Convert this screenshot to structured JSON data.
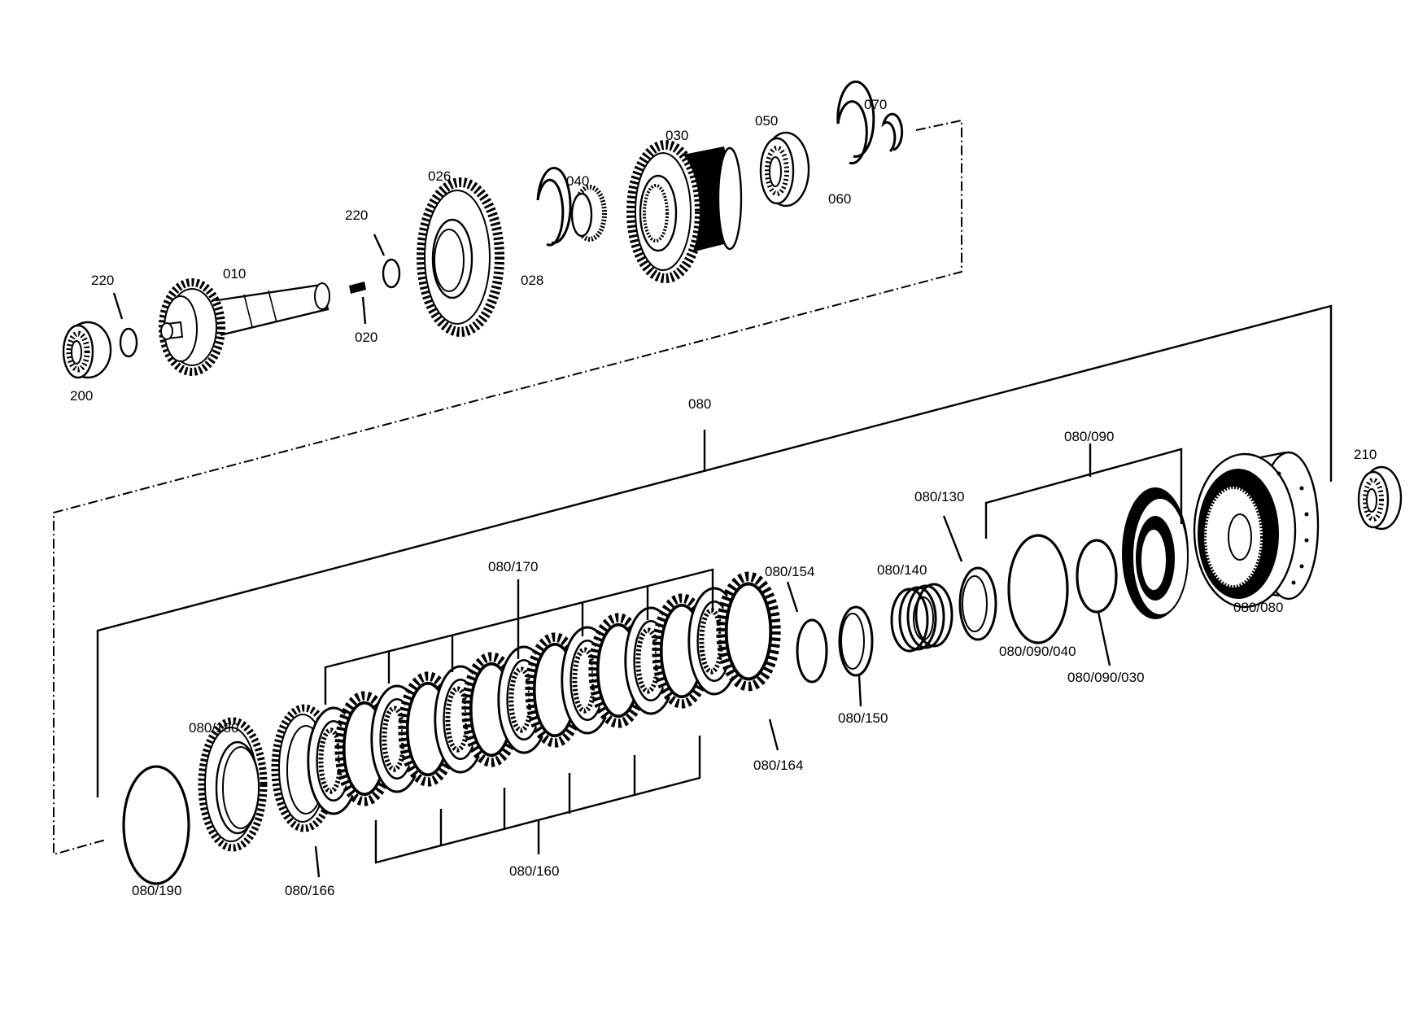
{
  "labels": {
    "p200": "200",
    "p220a": "220",
    "p010": "010",
    "p020": "020",
    "p220b": "220",
    "p026": "026",
    "p028": "028",
    "p040": "040",
    "p030": "030",
    "p050": "050",
    "p060": "060",
    "p070": "070",
    "p080": "080",
    "p210": "210",
    "p080_080": "080/080",
    "p080_090": "080/090",
    "p080_130": "080/130",
    "p080_140": "080/140",
    "p080_154": "080/154",
    "p080_150": "080/150",
    "p080_164": "080/164",
    "p080_170": "080/170",
    "p080_160": "080/160",
    "p080_180": "080/180",
    "p080_166": "080/166",
    "p080_190": "080/190",
    "p080_090_040": "080/090/040",
    "p080_090_030": "080/090/030"
  }
}
